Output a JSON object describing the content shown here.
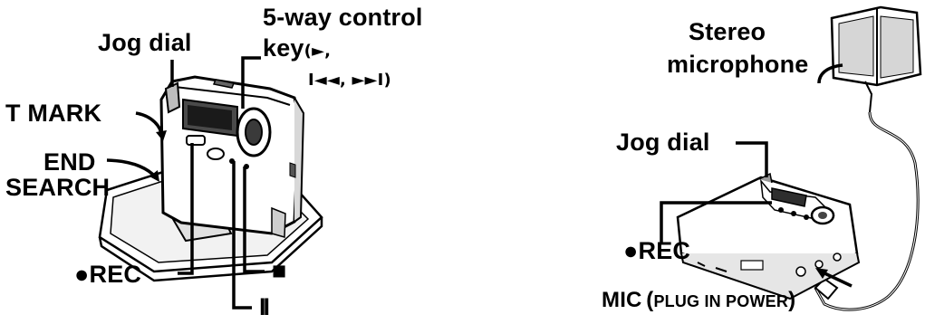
{
  "left_figure": {
    "jog_dial": "Jog dial",
    "five_way_line1": "5-way control",
    "five_way_key": "key",
    "five_way_open": "(",
    "play_symbol": "►",
    "comma1": ",",
    "prev_symbol": "I◄◄",
    "comma2": ",",
    "next_symbol": "►►I",
    "five_way_close": ")",
    "t_mark": "T MARK",
    "end": "END",
    "search": "SEARCH",
    "rec_dot": "●",
    "rec": "REC",
    "stop_symbol": "■",
    "pause_symbol": "II"
  },
  "right_figure": {
    "stereo": "Stereo",
    "microphone": "microphone",
    "jog_dial": "Jog dial",
    "rec_dot": "●",
    "rec": "REC",
    "mic": "MIC",
    "mic_open": "(",
    "plug_in_power": "PLUG IN POWER",
    "mic_close": ")"
  }
}
